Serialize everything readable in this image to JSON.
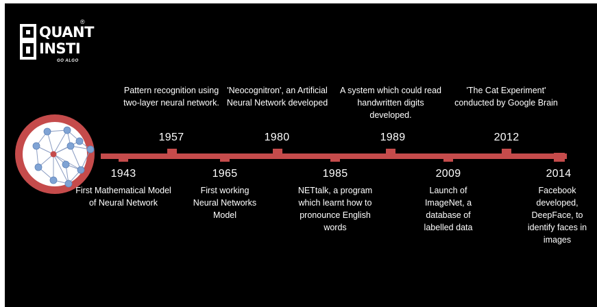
{
  "logo": {
    "line1": "QUANT",
    "line2": "INSTI",
    "tagline": "GO ALGO",
    "registered": "®"
  },
  "colors": {
    "background": "#000000",
    "accent": "#c54b4b",
    "node": "#7fa3d4",
    "edge": "#8a9cc2",
    "center_node": "#c54b4b",
    "text": "#ffffff"
  },
  "icon": "neural-network-icon",
  "events": [
    {
      "year": "1943",
      "description": "First Mathematical Model of Neural Network",
      "position": "below"
    },
    {
      "year": "1957",
      "description": "Pattern recognition using two-layer neural network.",
      "position": "above"
    },
    {
      "year": "1965",
      "description": "First working Neural Networks Model",
      "position": "below"
    },
    {
      "year": "1980",
      "description": "'Neocognitron', an Artificial Neural Network developed",
      "position": "above"
    },
    {
      "year": "1985",
      "description": "NETtalk, a program which learnt how to pronounce English words",
      "position": "below"
    },
    {
      "year": "1989",
      "description": "A system which could read handwritten digits developed.",
      "position": "above"
    },
    {
      "year": "2009",
      "description": "Launch of ImageNet, a database of labelled data",
      "position": "below"
    },
    {
      "year": "2012",
      "description": "'The Cat Experiment' conducted by Google Brain",
      "position": "above"
    },
    {
      "year": "2014",
      "description": "Facebook developed, DeepFace, to identify faces in images",
      "position": "below"
    }
  ]
}
